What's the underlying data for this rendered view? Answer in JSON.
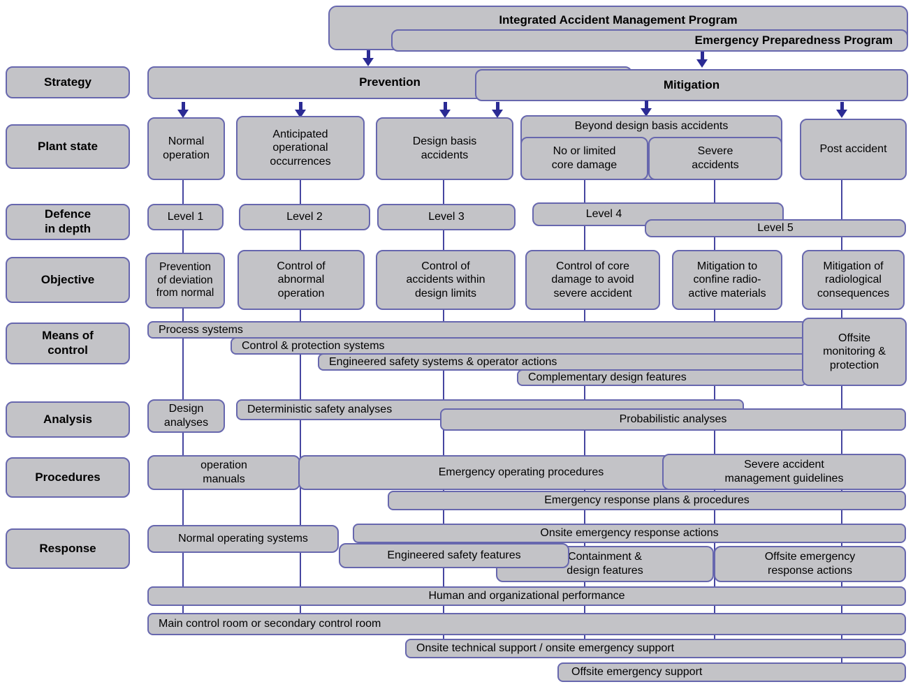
{
  "colors": {
    "box_fill": "#c3c3c7",
    "box_border": "#6767ae",
    "arrow": "#2b2b94",
    "connector_line": "#4646a0",
    "text": "#000000",
    "background": "#ffffff"
  },
  "programs": {
    "integrated": "Integrated Accident Management Program",
    "emergency": "Emergency Preparedness Program"
  },
  "row_labels": {
    "strategy": "Strategy",
    "plant_state": "Plant state",
    "defence": "Defence\nin depth",
    "objective": "Objective",
    "means": "Means of\ncontrol",
    "analysis": "Analysis",
    "procedures": "Procedures",
    "response": "Response"
  },
  "strategy": {
    "prevention": "Prevention",
    "mitigation": "Mitigation"
  },
  "plant_state": {
    "normal": "Normal\noperation",
    "aoo": "Anticipated\noperational\noccurrences",
    "dba": "Design basis\naccidents",
    "bdba_header": "Beyond design basis accidents",
    "no_core_damage": "No or limited\ncore damage",
    "severe": "Severe\naccidents",
    "post": "Post accident"
  },
  "defence": {
    "level1": "Level 1",
    "level2": "Level 2",
    "level3": "Level 3",
    "level4": "Level 4",
    "level5": "Level 5"
  },
  "objective": {
    "o1": "Prevention\nof deviation\nfrom normal",
    "o2": "Control of\nabnormal\noperation",
    "o3": "Control of\naccidents within\ndesign limits",
    "o4": "Control of core\ndamage to avoid\nsevere accident",
    "o5": "Mitigation to\nconfine radio-\nactive materials",
    "o6": "Mitigation of\nradiological\nconsequences"
  },
  "means": {
    "process": "Process systems",
    "control_protection": "Control & protection systems",
    "engineered": "Engineered safety systems & operator actions",
    "complementary": "Complementary design features",
    "offsite_monitoring": "Offsite\nmonitoring &\nprotection"
  },
  "analysis": {
    "design": "Design\nanalyses",
    "deterministic": "Deterministic safety analyses",
    "probabilistic": "Probabilistic analyses"
  },
  "procedures": {
    "operation_manuals": "operation\nmanuals",
    "eop": "Emergency operating procedures",
    "samg": "Severe accident\nmanagement guidelines",
    "erpp": "Emergency response plans & procedures"
  },
  "response": {
    "normal_operating": "Normal operating systems",
    "onsite_actions": "Onsite emergency response actions",
    "esf": "Engineered safety features",
    "containment": "Containment &\ndesign features",
    "offsite_actions": "Offsite emergency\nresponse actions"
  },
  "bottom": {
    "human": "Human and organizational performance",
    "mcr": "Main control room or secondary control room",
    "onsite_support": "Onsite technical support / onsite emergency support",
    "offsite_support": "Offsite emergency support"
  }
}
